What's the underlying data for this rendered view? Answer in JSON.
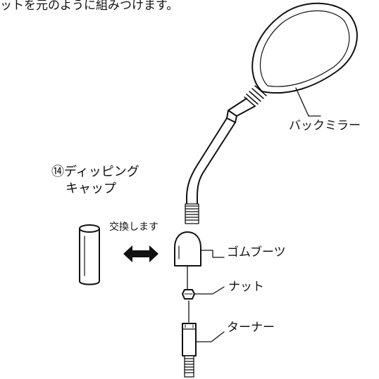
{
  "header_text": "ットを元のように組みつけます。",
  "labels": {
    "mirror": "バックミラー",
    "dipping_cap_line1": "⑭ディッピング",
    "dipping_cap_line2": "キャップ",
    "exchange": "交換します",
    "rubber_boot": "ゴムブーツ",
    "nut": "ナット",
    "turner": "ターナー"
  },
  "icons": {
    "exchange_arrow": "double-arrow-icon"
  },
  "colors": {
    "line": "#111111",
    "background": "#ffffff"
  }
}
